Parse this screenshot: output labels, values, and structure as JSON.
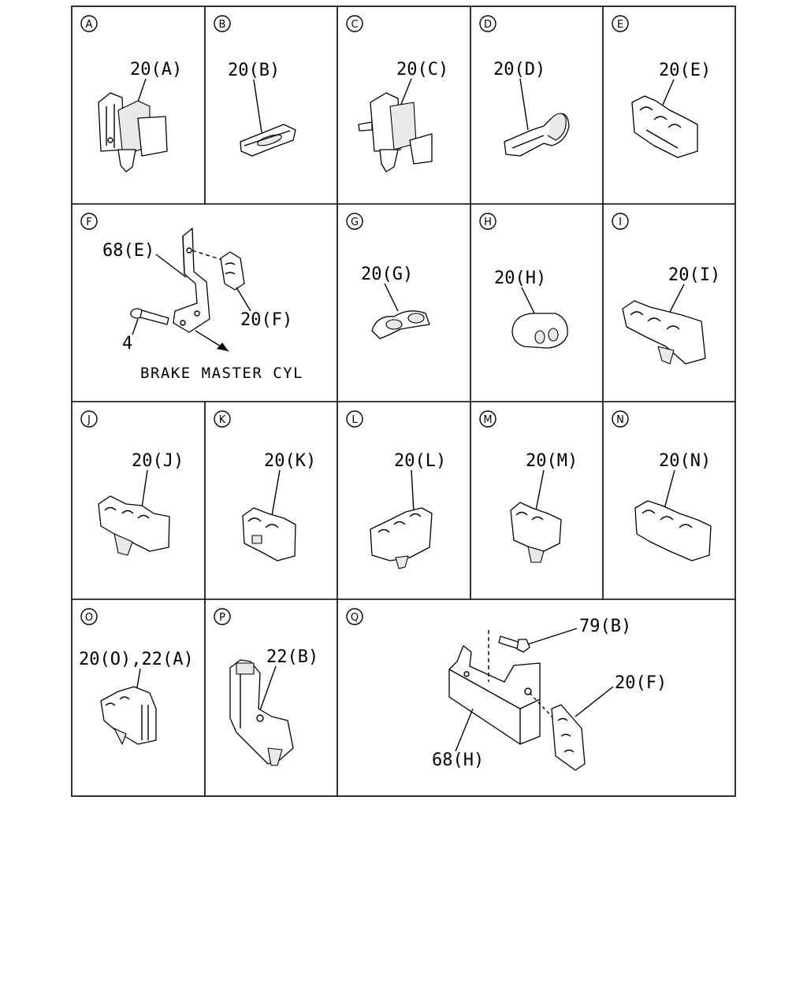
{
  "panels": [
    {
      "letter": "A",
      "labels": [
        "20(A)"
      ]
    },
    {
      "letter": "B",
      "labels": [
        "20(B)"
      ]
    },
    {
      "letter": "C",
      "labels": [
        "20(C)"
      ]
    },
    {
      "letter": "D",
      "labels": [
        "20(D)"
      ]
    },
    {
      "letter": "E",
      "labels": [
        "20(E)"
      ]
    },
    {
      "letter": "F",
      "labels": [
        "68(E)",
        "20(F)",
        "4"
      ],
      "note": "BRAKE MASTER CYL"
    },
    {
      "letter": "G",
      "labels": [
        "20(G)"
      ]
    },
    {
      "letter": "H",
      "labels": [
        "20(H)"
      ]
    },
    {
      "letter": "I",
      "labels": [
        "20(I)"
      ]
    },
    {
      "letter": "J",
      "labels": [
        "20(J)"
      ]
    },
    {
      "letter": "K",
      "labels": [
        "20(K)"
      ]
    },
    {
      "letter": "L",
      "labels": [
        "20(L)"
      ]
    },
    {
      "letter": "M",
      "labels": [
        "20(M)"
      ]
    },
    {
      "letter": "N",
      "labels": [
        "20(N)"
      ]
    },
    {
      "letter": "O",
      "labels": [
        "20(O),22(A)"
      ]
    },
    {
      "letter": "P",
      "labels": [
        "22(B)"
      ]
    },
    {
      "letter": "Q",
      "labels": [
        "79(B)",
        "20(F)",
        "68(H)"
      ]
    }
  ]
}
